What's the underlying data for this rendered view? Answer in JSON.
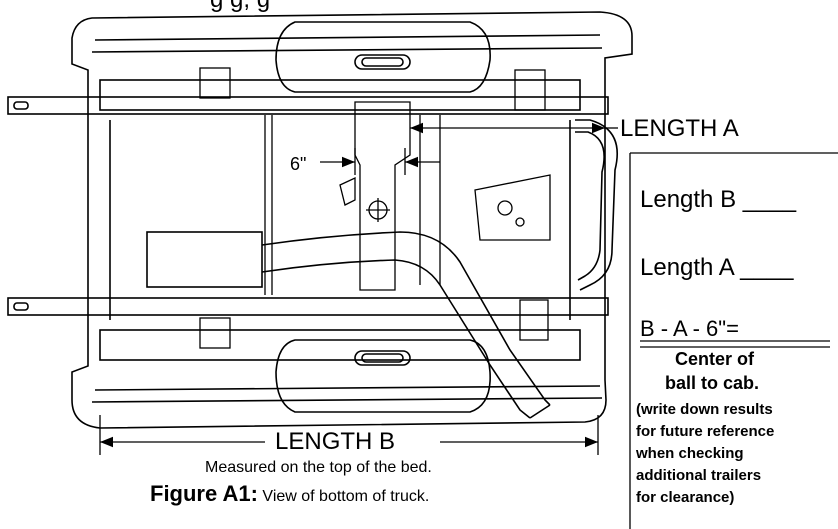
{
  "top_caption_fragment": "g            g,     g",
  "dim_6in": "6\"",
  "length_a_label": "LENGTH A",
  "length_b_label": "LENGTH B",
  "measured_note": "Measured on the top of the bed.",
  "figure": {
    "prefix": "Figure A1:",
    "text": " View of bottom of truck."
  },
  "worksheet": {
    "length_b": "Length B ____",
    "length_a": "Length A ____",
    "formula": "B - A - 6\"=",
    "result_line1": "Center of",
    "result_line2": "ball to cab.",
    "notes": [
      "(write down results",
      "for future reference",
      "when checking",
      "additional trailers",
      "for clearance)"
    ]
  }
}
